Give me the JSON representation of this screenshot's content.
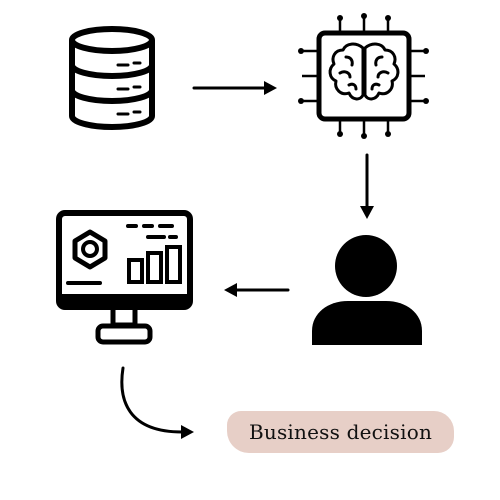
{
  "diagram": {
    "nodes": [
      {
        "id": "data-source",
        "icon": "database-icon"
      },
      {
        "id": "ai-model",
        "icon": "ai-chip-brain-icon"
      },
      {
        "id": "human-reviewer",
        "icon": "person-icon"
      },
      {
        "id": "dashboard",
        "icon": "analytics-monitor-icon"
      },
      {
        "id": "business-decision",
        "label": "Business decision"
      }
    ],
    "flow": [
      {
        "from": "data-source",
        "to": "ai-model"
      },
      {
        "from": "ai-model",
        "to": "human-reviewer"
      },
      {
        "from": "human-reviewer",
        "to": "dashboard"
      },
      {
        "from": "dashboard",
        "to": "business-decision"
      }
    ],
    "colors": {
      "ink": "#000000",
      "decision_fill": "#e7cfc7",
      "background": "#ffffff"
    }
  }
}
